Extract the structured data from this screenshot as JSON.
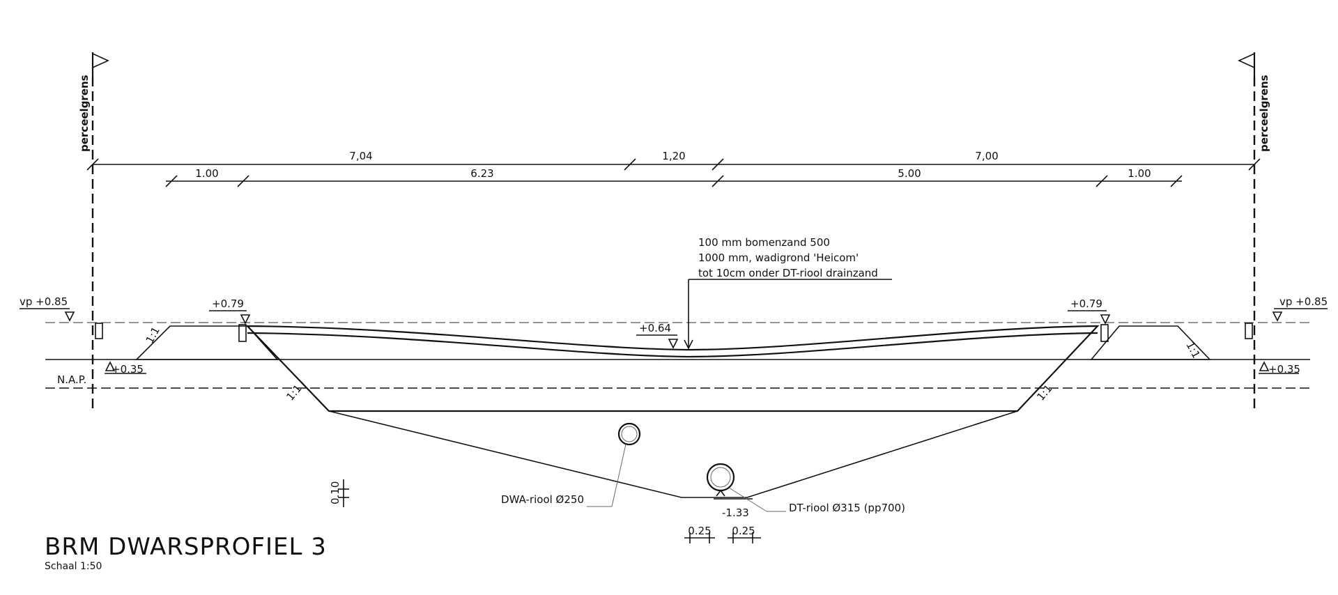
{
  "boundary": {
    "label_left": "perceelgrens",
    "label_right": "perceelgrens"
  },
  "dimensions_top": {
    "d1": "7,04",
    "d2": "1,20",
    "d3": "7,00"
  },
  "dimensions_bottom": {
    "d1": "1.00",
    "d2": "6.23",
    "d3": "5.00",
    "d4": "1.00"
  },
  "levels": {
    "vp_left": "vp +0.85",
    "vp_right": "vp +0.85",
    "top_left": "+0.79",
    "top_right": "+0.79",
    "center": "+0.64",
    "left_035": "+0.35",
    "right_035": "+0.35",
    "bottom": "-1.33"
  },
  "nap_label": "N.A.P.",
  "slopes": {
    "s1": "1:1",
    "s2": "1:1",
    "s3": "1:1",
    "s4": "1:1"
  },
  "spec_note": {
    "line1": "100 mm bomenzand 500",
    "line2": "1000 mm, wadigrond 'Heicom'",
    "line3": "tot 10cm onder DT-riool drainzand"
  },
  "pipes": {
    "dwa": "DWA-riool Ø250",
    "dt": "DT-riool Ø315 (pp700)"
  },
  "small_dims": {
    "v": "0.10",
    "h1": "0.25",
    "h2": "0.25"
  },
  "title": {
    "main": "BRM DWARSPROFIEL 3",
    "scale": "Schaal 1:50"
  }
}
